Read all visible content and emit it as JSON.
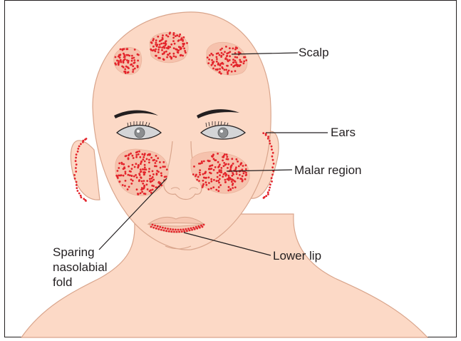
{
  "labels": {
    "scalp": "Scalp",
    "ears": "Ears",
    "malar": "Malar region",
    "lower_lip": "Lower lip",
    "sparing": [
      "Sparing",
      "nasolabial",
      "fold"
    ]
  },
  "colors": {
    "skin": "#fcd9c6",
    "outline": "#d9a58c",
    "rash_dot": "#e3242b",
    "line": "#231f20",
    "border": "#231f20"
  }
}
